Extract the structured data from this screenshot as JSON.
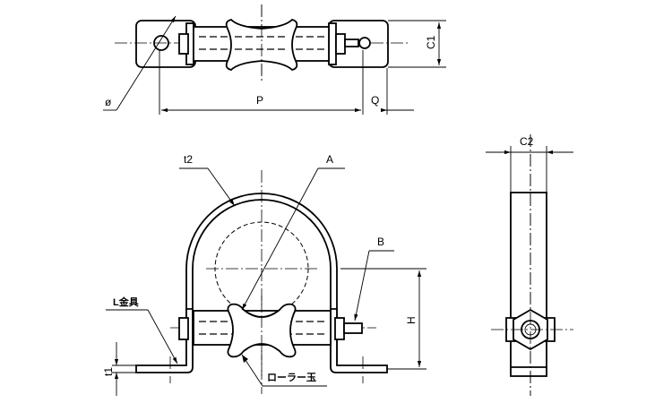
{
  "labels": {
    "phi": "ø",
    "p": "P",
    "q": "Q",
    "c1": "C1",
    "t2": "t2",
    "a": "A",
    "b": "B",
    "l_bracket": "L金具",
    "h": "H",
    "t1": "t1",
    "roller": "ローラー玉",
    "c2": "C2"
  }
}
